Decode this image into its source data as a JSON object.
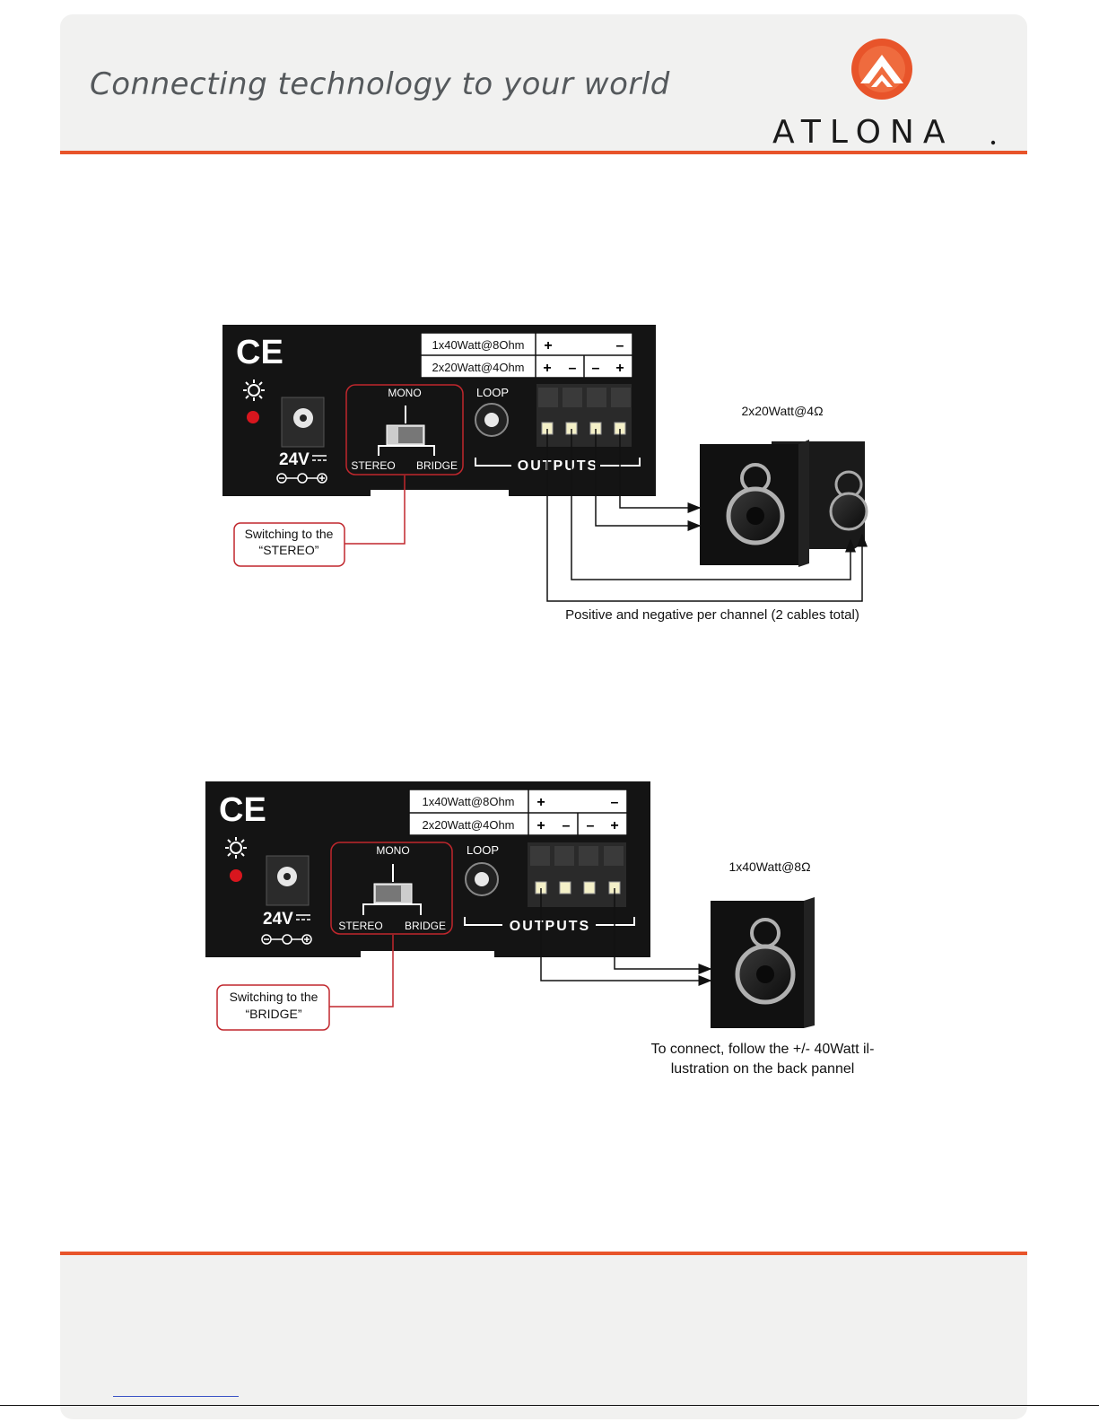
{
  "header": {
    "tagline": "Connecting technology to your world",
    "brand": "ATLONA"
  },
  "colors": {
    "accent": "#e8542a",
    "panel": "#141414",
    "callout": "#c0272d"
  },
  "panel_labels": {
    "ce": "CE",
    "row_1": "1x40Watt@8Ohm",
    "row_2": "2x20Watt@4Ohm",
    "mono": "MONO",
    "stereo": "STEREO",
    "bridge": "BRIDGE",
    "loop": "LOOP",
    "outputs": "OUTPUTS",
    "voltage": "24V",
    "plus": "+",
    "minus": "–"
  },
  "diagram_1": {
    "speaker_label": "2x20Watt@4Ω",
    "callout_line_1": "Switching to the",
    "callout_line_2": "“STEREO”",
    "caption": "Positive and negative per channel (2 cables total)"
  },
  "diagram_2": {
    "speaker_label": "1x40Watt@8Ω",
    "callout_line_1": "Switching to the",
    "callout_line_2": "“BRIDGE”",
    "caption_line_1": "To connect, follow the +/- 40Watt il-",
    "caption_line_2": "lustration on the back pannel"
  },
  "icons": [
    "sun-icon",
    "power-led-icon",
    "polarity-icon",
    "speaker-icon",
    "atlona-logo-icon"
  ]
}
